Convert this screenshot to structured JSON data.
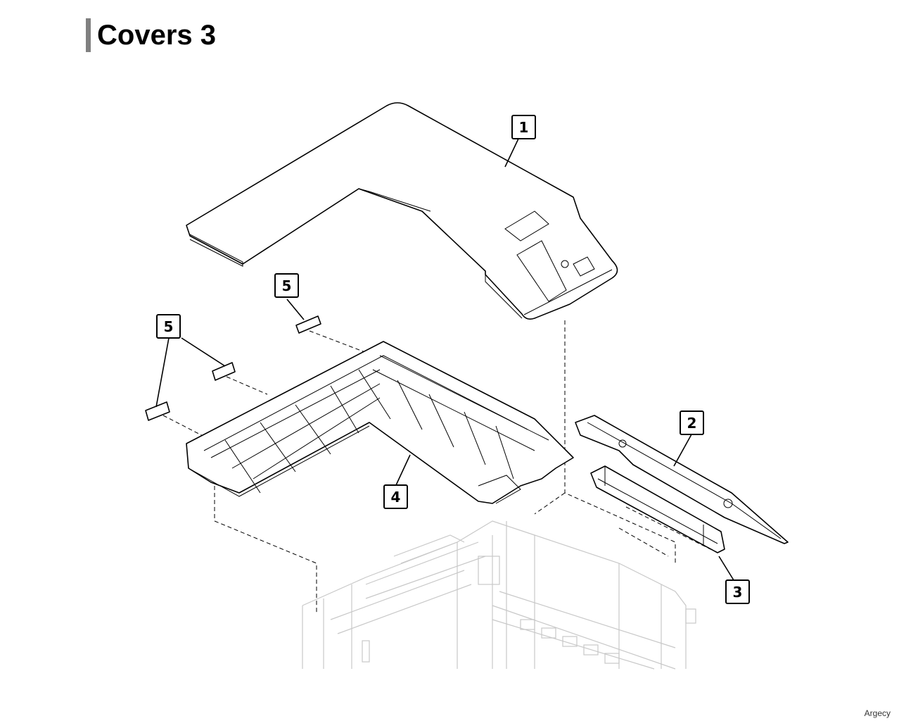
{
  "page": {
    "title": "Covers 3",
    "watermark": "Argecy"
  },
  "callouts": [
    {
      "id": "callout-1",
      "label": "1"
    },
    {
      "id": "callout-2",
      "label": "2"
    },
    {
      "id": "callout-3",
      "label": "3"
    },
    {
      "id": "callout-4",
      "label": "4"
    },
    {
      "id": "callout-5a",
      "label": "5"
    },
    {
      "id": "callout-5b",
      "label": "5"
    }
  ]
}
